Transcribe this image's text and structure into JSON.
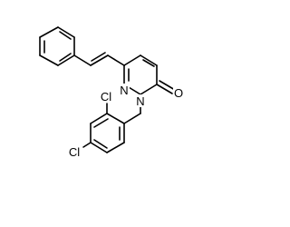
{
  "molecule": {
    "atoms": {
      "n2": "N",
      "n1": "N",
      "o": "O",
      "cl_ortho": "Cl",
      "cl_para": "Cl"
    }
  }
}
